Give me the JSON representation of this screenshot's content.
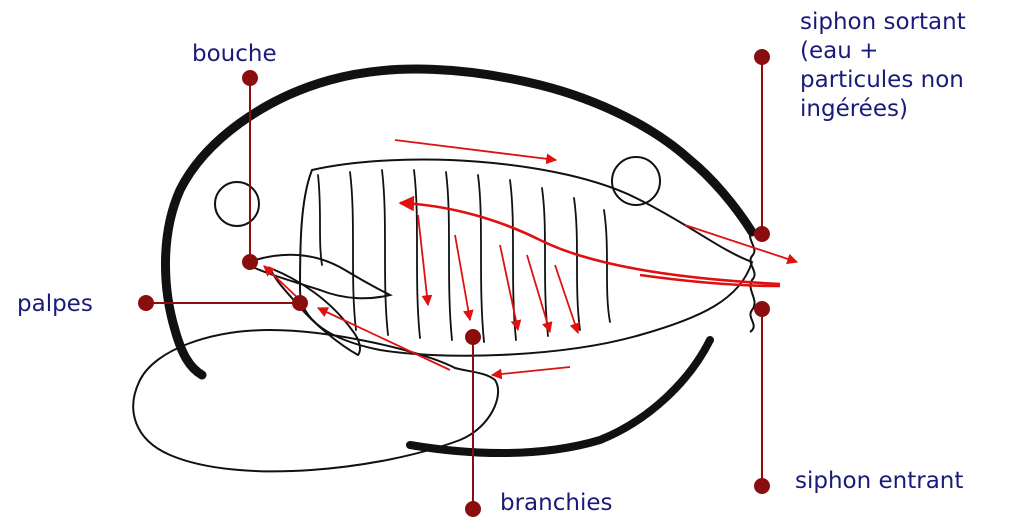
{
  "labels": {
    "bouche": "bouche",
    "palpes": "palpes",
    "branchies": "branchies",
    "siphon_sortant": [
      "siphon sortant",
      "(eau +",
      "particules non",
      "ingérées)"
    ],
    "siphon_entrant": "siphon entrant"
  },
  "colors": {
    "outline": "#111111",
    "arrow": "#e01010",
    "pointer": "#8b0d0d",
    "label": "#1a1a7a"
  }
}
